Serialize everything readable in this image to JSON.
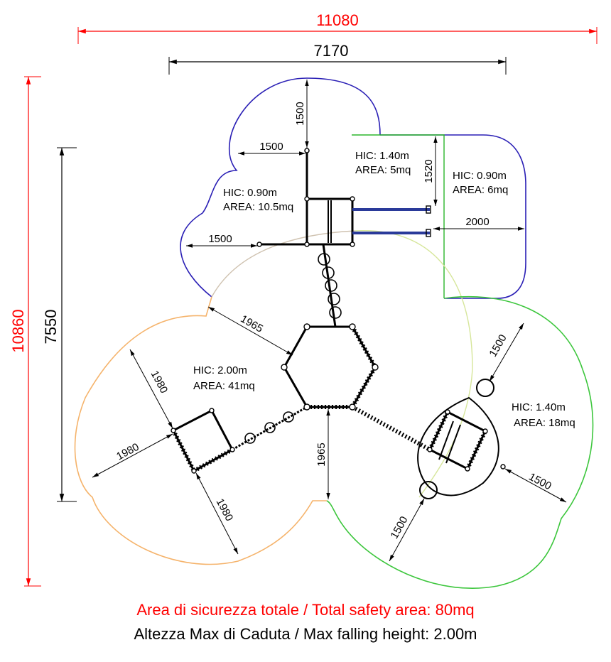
{
  "colors": {
    "dimension_red": "#ff0000",
    "zone_purple": "#2a1fb5",
    "zone_green_light": "#2bb52b",
    "zone_orange": "#f5b36b",
    "zone_green_right": "#3cc63c",
    "zone_yellowgreen": "#d6e69a",
    "zone_taupe": "#cfc2b0",
    "equipment": "#000000",
    "slide_blue": "#2a3a9a"
  },
  "dimensions": {
    "overall_width": "11080",
    "overall_height": "10860",
    "inner_width": "7170",
    "inner_height": "7550",
    "top_tower_up": "1500",
    "top_tower_left": "1500",
    "top_tower_bottom_left": "1500",
    "slide_zone_height": "1520",
    "slide_zone_width": "2000",
    "hex_upper_left": "1965",
    "hex_bottom": "1965",
    "left_upper": "1980",
    "left_left": "1980",
    "left_lower": "1980",
    "right_upper": "1500",
    "right_right": "1500",
    "right_lower": "1500"
  },
  "zones": {
    "top_left": {
      "hic": "HIC: 0.90m",
      "area": "AREA: 10.5mq"
    },
    "slide_inner": {
      "hic": "HIC: 1.40m",
      "area": "AREA: 5mq"
    },
    "slide_outer": {
      "hic": "HIC: 0.90m",
      "area": "AREA: 6mq"
    },
    "central": {
      "hic": "HIC: 2.00m",
      "area": "AREA: 41mq"
    },
    "right": {
      "hic": "HIC: 1.40m",
      "area": "AREA: 18mq"
    }
  },
  "footer": {
    "total_area": "Area di sicurezza totale / Total safety area: 80mq",
    "max_height": "Altezza Max di Caduta / Max falling height: 2.00m"
  }
}
